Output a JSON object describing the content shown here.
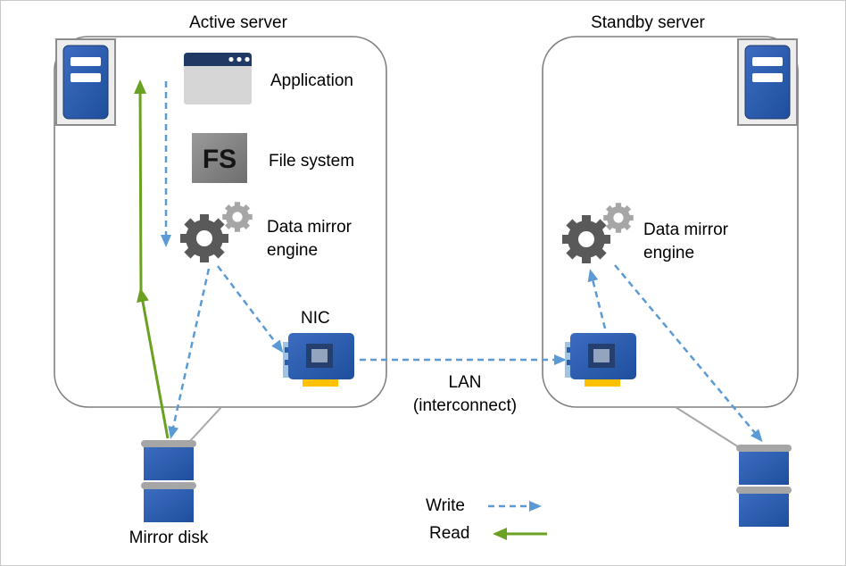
{
  "active_server": {
    "title": "Active server",
    "application_label": "Application",
    "file_system_label": "File system",
    "fs_icon_text": "FS",
    "mirror_engine_label": "Data mirror engine",
    "nic_label": "NIC"
  },
  "standby_server": {
    "title": "Standby server",
    "mirror_engine_label": "Data mirror engine"
  },
  "lan_label": "LAN (interconnect)",
  "mirror_disk_label": "Mirror disk",
  "legend": {
    "write_label": "Write",
    "read_label": "Read"
  },
  "colors": {
    "icon_blue": "#2b5dad",
    "navy_title_bar": "#1f3864",
    "write_arrow_blue": "#5b9bd5",
    "read_arrow_green": "#6aa121",
    "box_border_gray": "#7f7f7f",
    "gear_dark": "#595959",
    "gear_light": "#a6a6a6",
    "nic_connector_yellow": "#ffc000"
  }
}
